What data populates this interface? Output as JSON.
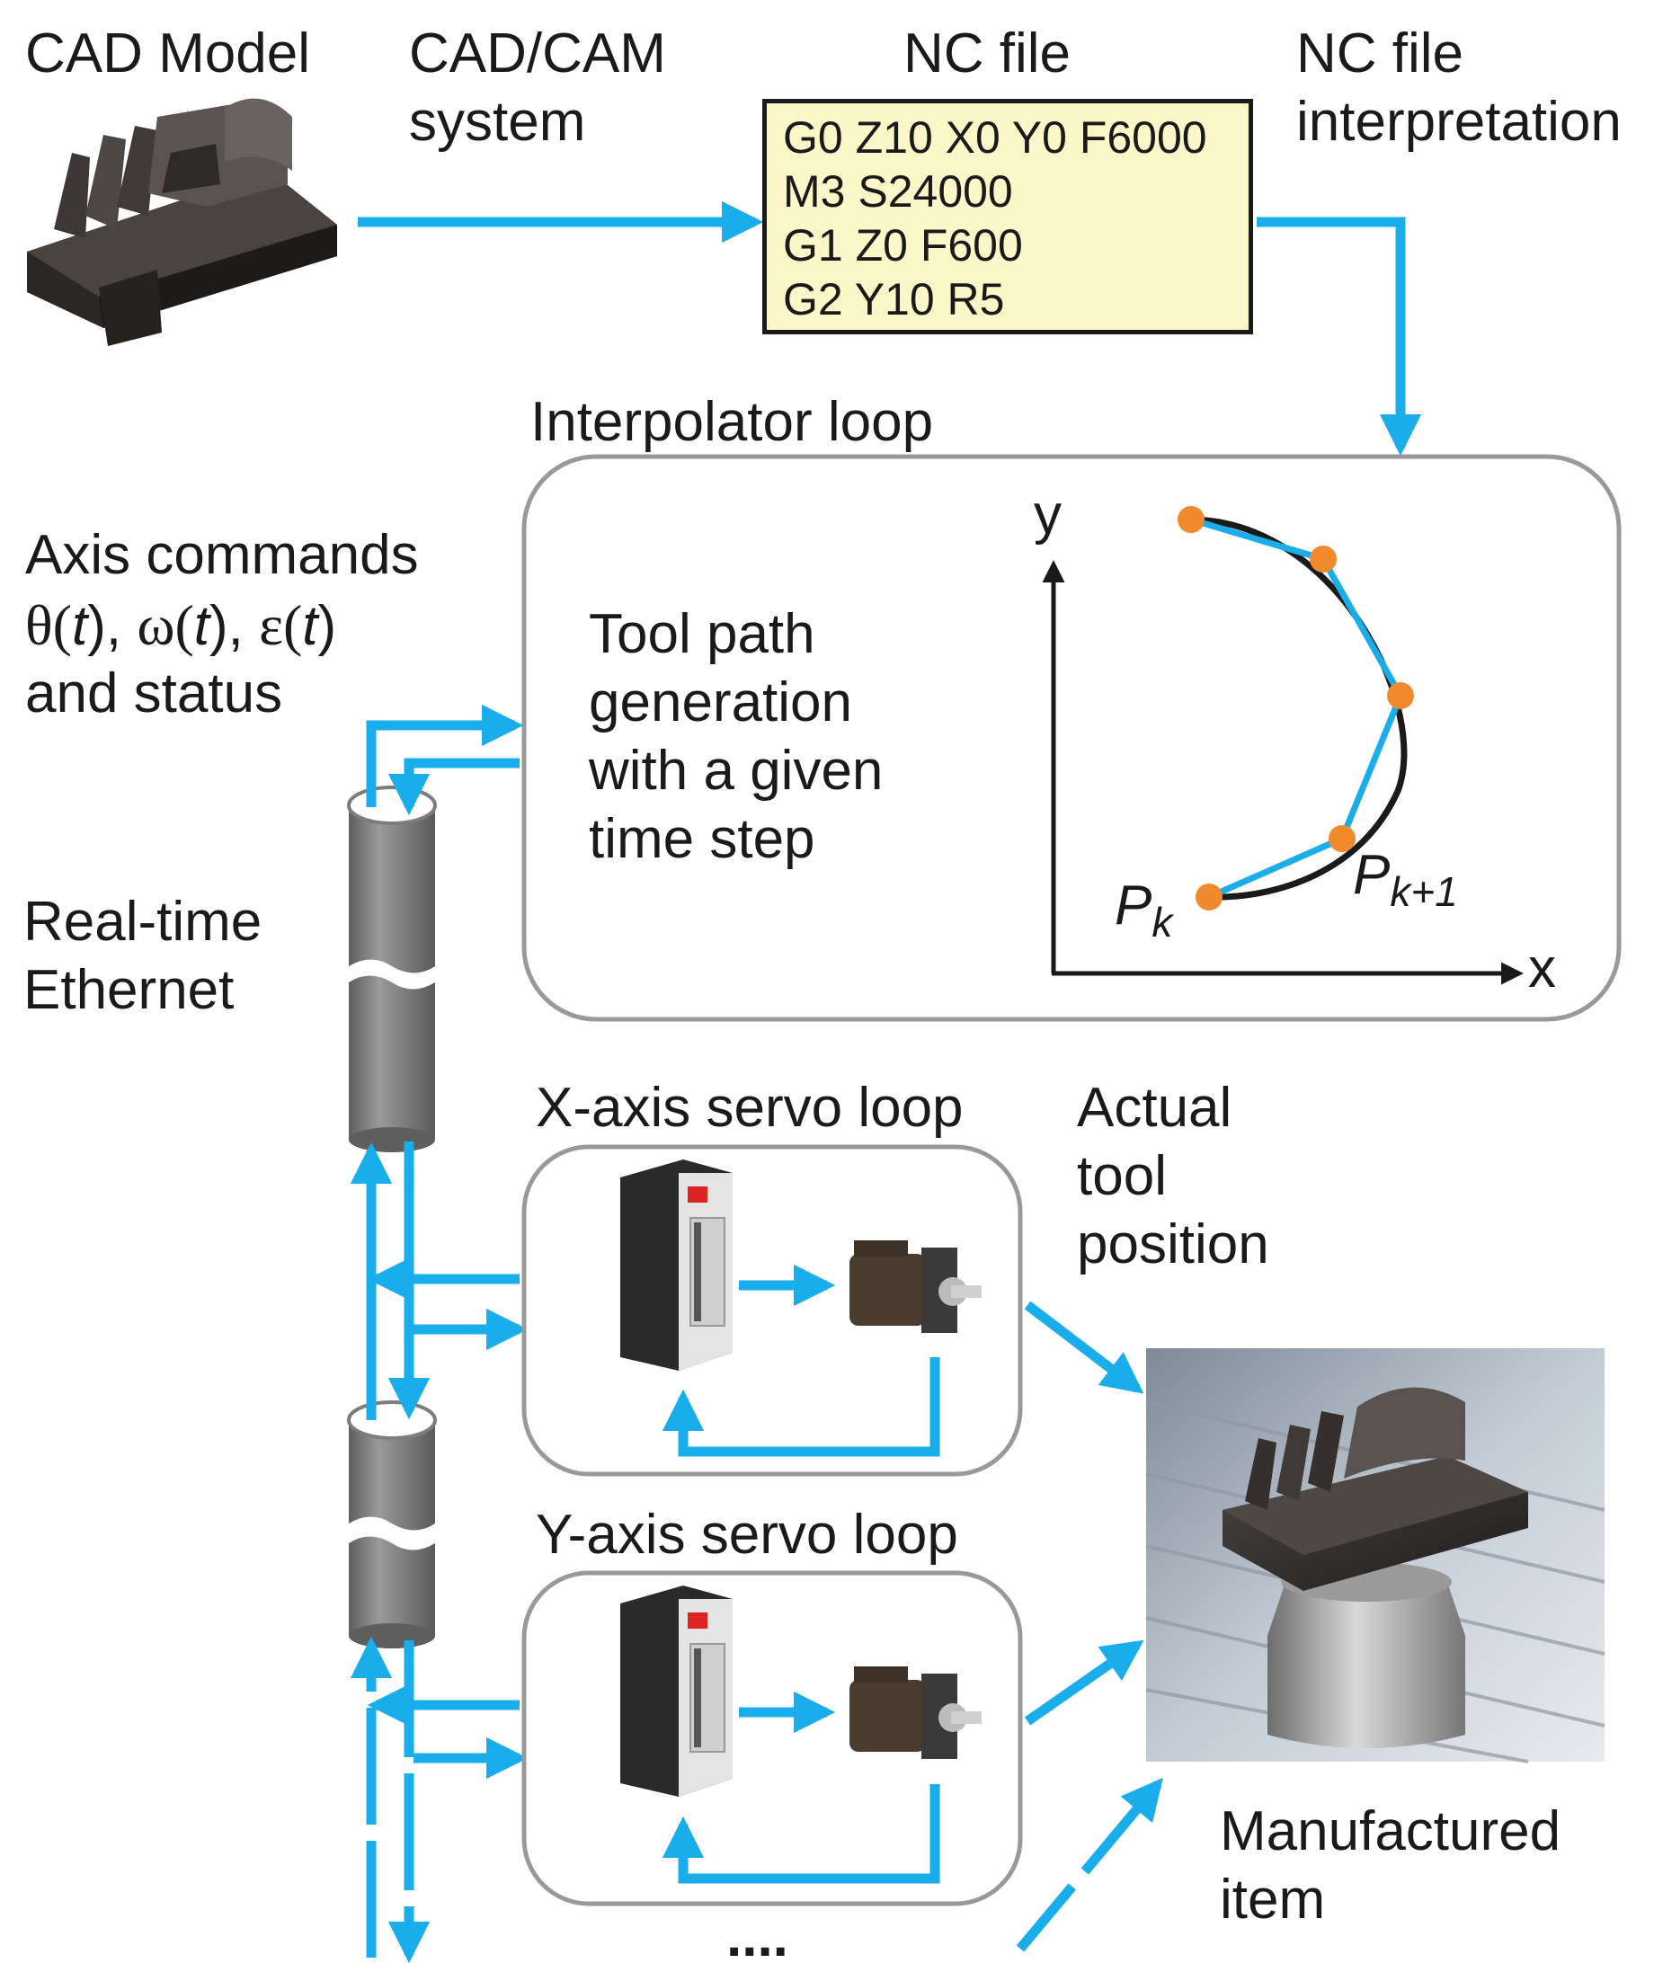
{
  "labels": {
    "cad_model": "CAD Model",
    "cad_cam_system": [
      "CAD/CAM",
      "system"
    ],
    "nc_file": "NC file",
    "nc_file_interpretation": [
      "NC file",
      "interpretation"
    ],
    "interpolator_loop": "Interpolator loop",
    "axis_commands": "Axis commands",
    "axis_symbols": {
      "theta": "θ(",
      "omega": "ω(",
      "epsilon": "ε(",
      "t": "t",
      "close": ")",
      "sep": ", "
    },
    "and_status": "and status",
    "tool_path": [
      "Tool path",
      "generation",
      "with a given",
      "time step"
    ],
    "real_time_ethernet": [
      "Real-time",
      "Ethernet"
    ],
    "x_axis_loop": "X-axis servo loop",
    "y_axis_loop": "Y-axis servo loop",
    "actual_tool_position": [
      "Actual",
      "tool",
      "position"
    ],
    "manufactured_item": [
      "Manufactured",
      "item"
    ],
    "ellipsis": "...."
  },
  "nc_code": [
    "G0 Z10 X0 Y0 F6000",
    "M3 S24000",
    "G1 Z0 F600",
    "G2 Y10 R5"
  ],
  "plot": {
    "x_axis": "x",
    "y_axis": "y",
    "p_k": "P",
    "p_k_sub": "k",
    "p_k1": "P",
    "p_k1_sub": "k+1"
  },
  "colors": {
    "arrow": "#1aadeb",
    "box_border": "#999999",
    "nc_fill": "#fcf7c8",
    "point": "#f08a2c",
    "curve": "#1a1a1a",
    "cable": "#7d7d7d"
  }
}
